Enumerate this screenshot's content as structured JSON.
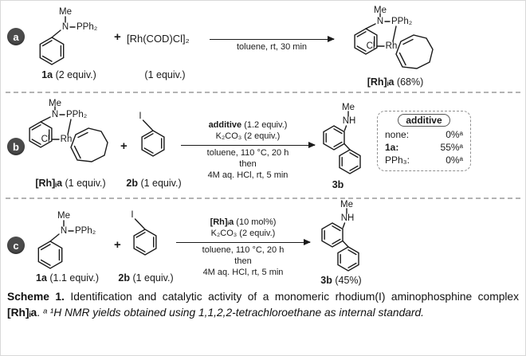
{
  "badges": {
    "a": "a",
    "b": "b",
    "c": "c"
  },
  "atoms": {
    "me": "Me",
    "n": "N",
    "nh": "NH",
    "pph2": "PPh₂",
    "cl": "Cl",
    "rh": "Rh",
    "i": "I"
  },
  "row_a": {
    "reactant1_bold": "1a",
    "reactant1_rest": " (2 equiv.)",
    "plus": "+",
    "reagent": "[Rh(COD)Cl]₂",
    "reagent_label": "(1 equiv.)",
    "cond_below": "toluene, rt, 30 min",
    "product_bold": "[Rh]ᵢa",
    "product_rest": " (68%)"
  },
  "row_b": {
    "reactant1_bold": "[Rh]ᵢa",
    "reactant1_rest": " (1 equiv.)",
    "plus": "+",
    "reactant2_bold": "2b",
    "reactant2_rest": " (1 equiv.)",
    "cond_above1_bold": "additive",
    "cond_above1_rest": " (1.2 equiv.)",
    "cond_above2": "K₂CO₃ (2 equiv.)",
    "cond_below1": "toluene, 110 °C, 20 h",
    "cond_below2": "then",
    "cond_below3": "4M aq. HCl, rt, 5 min",
    "product_bold": "3b",
    "product_rest": "",
    "additive_box": {
      "title": "additive",
      "entries": [
        {
          "name": "none:",
          "value": "0%ᵃ"
        },
        {
          "name": "1a:",
          "value": "55%ᵃ"
        },
        {
          "name": "PPh₃:",
          "value": "0%ᵃ"
        }
      ]
    }
  },
  "row_c": {
    "reactant1_bold": "1a",
    "reactant1_rest": " (1.1 equiv.)",
    "plus": "+",
    "reactant2_bold": "2b",
    "reactant2_rest": " (1 equiv.)",
    "cond_above1_bold": "[Rh]ᵢa",
    "cond_above1_rest": " (10 mol%)",
    "cond_above2": "K₂CO₃ (2 equiv.)",
    "cond_below1": "toluene, 110 °C, 20 h",
    "cond_below2": "then",
    "cond_below3": "4M aq. HCl, rt, 5 min",
    "product_bold": "3b",
    "product_rest": " (45%)"
  },
  "caption": {
    "label": "Scheme 1.",
    "text1": " Identification and catalytic activity of a monomeric rhodium(I) aminophosphine complex ",
    "complex": "[Rh]ᵢa",
    "text2": ". ",
    "footnote": "ᵃ ¹H NMR yields obtained using 1,1,2,2-tetrachloroethane as internal standard."
  }
}
